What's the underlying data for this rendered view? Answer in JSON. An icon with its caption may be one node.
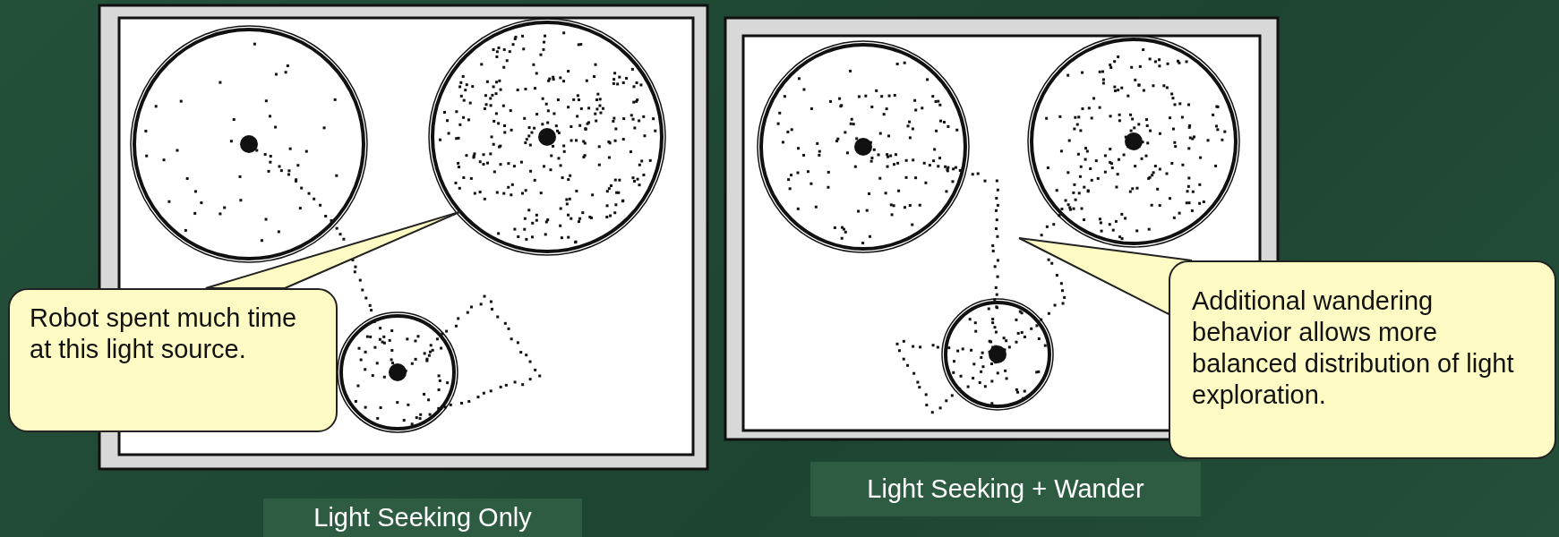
{
  "diagram": {
    "nodes": [
      {
        "text": [],
        "shape": "circle"
      },
      {
        "text": [],
        "shape": "circle"
      },
      {
        "text": [],
        "shape": "circle"
      },
      {
        "text": [
          "Robot spent much time at this light source."
        ]
      },
      {
        "text": [],
        "shape": "circle"
      },
      {
        "text": [],
        "shape": "circle"
      },
      {
        "text": [],
        "shape": "circle"
      },
      {
        "text": [
          "Additional wandering behavior allows more balanced distribution of light exploration."
        ]
      }
    ],
    "edges": [
      {
        "from": 3,
        "to": 1,
        "arrow": "none"
      },
      {
        "from": 7,
        "to": null,
        "arrow": "none"
      }
    ],
    "labels": [
      "Light Seeking Only",
      "Light Seeking + Wander"
    ]
  }
}
